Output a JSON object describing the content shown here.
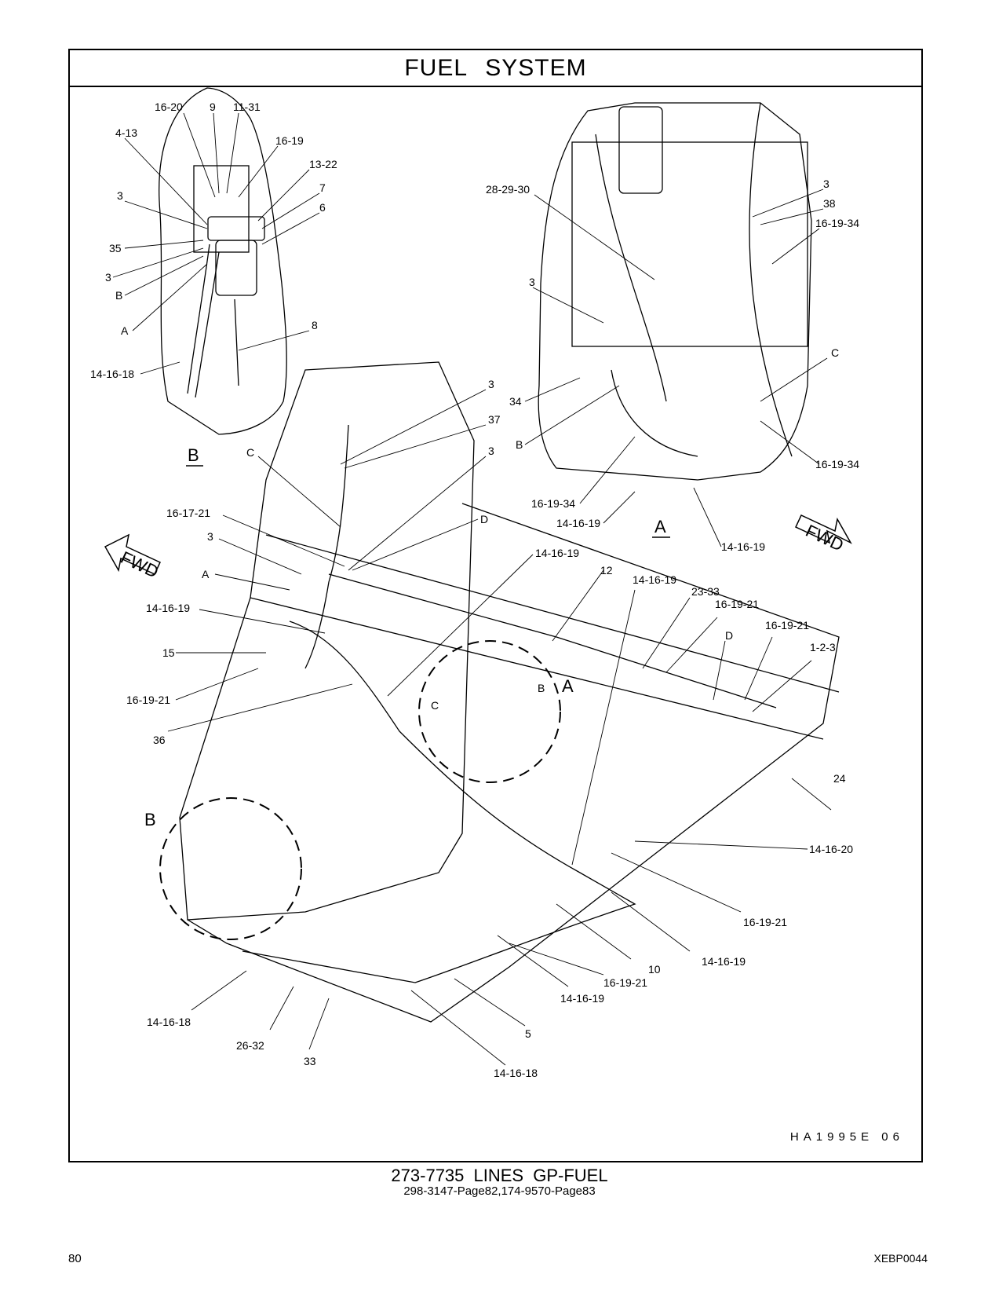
{
  "title": "FUEL   SYSTEM",
  "reference_code": "HA1995E   06",
  "caption": {
    "group": "273-7735  LINES  GP-FUEL",
    "pages": "298-3147-Page82,174-9570-Page83"
  },
  "page_number": "80",
  "document_code": "XEBP0044",
  "views": {
    "view_b_label": "B",
    "view_a_label": "A",
    "fwd_label": "FWD",
    "detail_a_marker": "A",
    "detail_b_marker": "B"
  },
  "callouts": {
    "c01": "16-20",
    "c02": "9",
    "c03": "11-31",
    "c04": "4-13",
    "c05": "16-19",
    "c06": "13-22",
    "c07": "3",
    "c08": "7",
    "c09": "6",
    "c10": "35",
    "c11": "3",
    "c12": "B",
    "c13": "A",
    "c14": "8",
    "c15": "14-16-18",
    "c16": "28-29-30",
    "c17": "3",
    "c18": "38",
    "c19": "16-19-34",
    "c20": "3",
    "c21": "C",
    "c22": "34",
    "c23": "B",
    "c24": "16-19-34",
    "c25": "16-19-34",
    "c26": "14-16-19",
    "c27": "14-16-19",
    "c28": "3",
    "c29": "37",
    "c30": "3",
    "c31": "C",
    "c32": "16-17-21",
    "c33": "3",
    "c34": "D",
    "c35": "14-16-19",
    "c36": "A",
    "c37": "14-16-19",
    "c38": "12",
    "c39": "14-16-19",
    "c40": "23-33",
    "c41": "16-19-21",
    "c42": "16-19-21",
    "c43": "D",
    "c44": "1-2-3",
    "c45": "15",
    "c46": "B",
    "c47": "C",
    "c48": "16-19-21",
    "c49": "36",
    "c50": "24",
    "c51": "14-16-20",
    "c52": "16-19-21",
    "c53": "10",
    "c54": "14-16-19",
    "c55": "16-19-21",
    "c56": "14-16-19",
    "c57": "5",
    "c58": "14-16-18",
    "c59": "26-32",
    "c60": "33",
    "c61": "14-16-18"
  }
}
